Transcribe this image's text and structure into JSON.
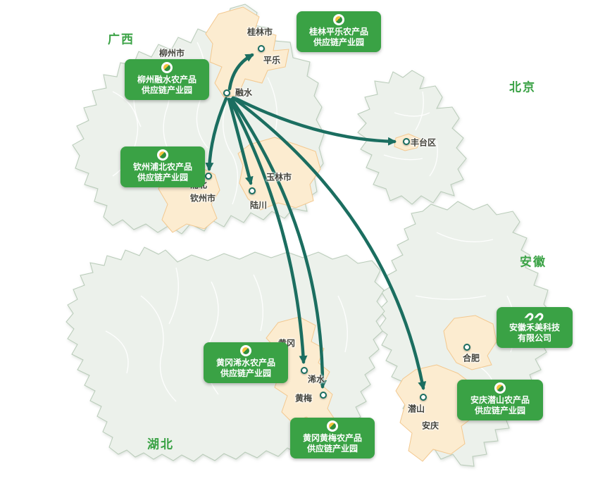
{
  "provinces": {
    "guangxi": "广西",
    "beijing": "北京",
    "anhui": "安徽",
    "hubei": "湖北"
  },
  "cities": {
    "liuzhou": "柳州市",
    "guilin": "桂林市",
    "pingle": "平乐",
    "rongshui": "融水",
    "pubei": "浦北",
    "qinzhou": "钦州市",
    "luchuan": "陆川",
    "yulin": "玉林市",
    "fengtai": "丰台区",
    "hefei": "合肥",
    "qianshan": "潜山",
    "anqing": "安庆",
    "huanggang": "黄冈",
    "xishui": "浠水",
    "huangmei": "黄梅"
  },
  "badges": {
    "guilin_pingle": {
      "line1": "桂林平乐农产品",
      "line2": "供应链产业园"
    },
    "liuzhou_rongshui": {
      "line1": "柳州融水农产品",
      "line2": "供应链产业园"
    },
    "qinzhou_pubei": {
      "line1": "钦州浦北农产品",
      "line2": "供应链产业园"
    },
    "huanggang_xishui": {
      "line1": "黄冈浠水农产品",
      "line2": "供应链产业园"
    },
    "huanggang_huangmei": {
      "line1": "黄冈黄梅农产品",
      "line2": "供应链产业园"
    },
    "anqing_qianshan": {
      "line1": "安庆潜山农产品",
      "line2": "供应链产业园"
    },
    "hq": {
      "line1": "安徽禾美科技",
      "line2": "有限公司"
    }
  },
  "routes": [
    {
      "from": "融水",
      "to": "平乐"
    },
    {
      "from": "融水",
      "to": "丰台区"
    },
    {
      "from": "融水",
      "to": "浦北"
    },
    {
      "from": "融水",
      "to": "陆川"
    },
    {
      "from": "融水",
      "to": "浠水"
    },
    {
      "from": "融水",
      "to": "黄梅"
    },
    {
      "from": "融水",
      "to": "潜山"
    }
  ],
  "colors": {
    "badge_green": "#3aa245",
    "arrow_teal": "#1b6e60",
    "province_label_green": "#3aa245",
    "region_fill": "#ecf1eb",
    "region_border": "#b8cbb8",
    "highlight_fill": "#fcecd0",
    "highlight_border": "#f3c88f",
    "logo_yellow": "#f3c23c",
    "logo_green": "#2f8f3c"
  }
}
